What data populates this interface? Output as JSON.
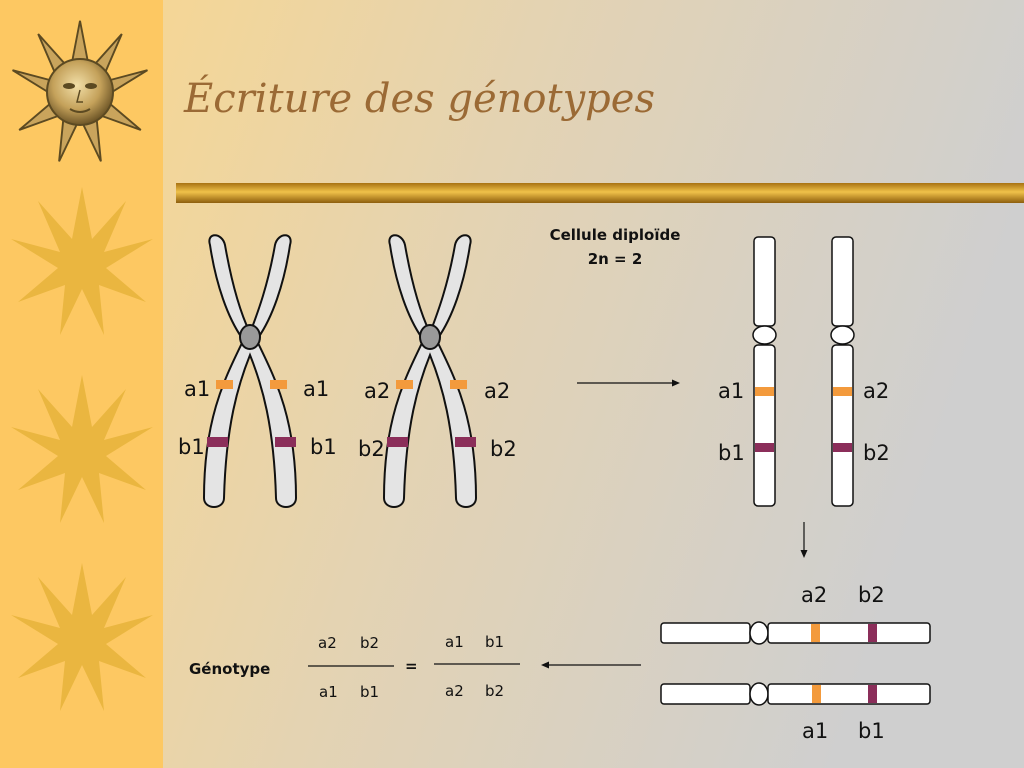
{
  "title": "Écriture des génotypes",
  "cell_caption": {
    "line1": "Cellule diploïde",
    "line2": "2n = 2"
  },
  "left_chromosome_1": {
    "a_left": "a1",
    "a_right": "a1",
    "b_left": "b1",
    "b_right": "b1"
  },
  "left_chromosome_2": {
    "a_left": "a2",
    "a_right": "a2",
    "b_left": "b2",
    "b_right": "b2"
  },
  "unreplicated": {
    "c1_a": "a1",
    "c1_b": "b1",
    "c2_a": "a2",
    "c2_b": "b2"
  },
  "horizontal": {
    "top_a": "a2",
    "top_b": "b2",
    "bottom_a": "a1",
    "bottom_b": "b1"
  },
  "genotype": {
    "label": "Génotype",
    "frac1_num_a": "a2",
    "frac1_num_b": "b2",
    "frac1_den_a": "a1",
    "frac1_den_b": "b1",
    "equals": "=",
    "frac2_num_a": "a1",
    "frac2_num_b": "b1",
    "frac2_den_a": "a2",
    "frac2_den_b": "b2"
  },
  "colors": {
    "sidebar": "#fdc862",
    "sun": "#eab640",
    "allele_a": "#f39a3c",
    "allele_b": "#8b2e5a",
    "title": "#9b6a35"
  }
}
